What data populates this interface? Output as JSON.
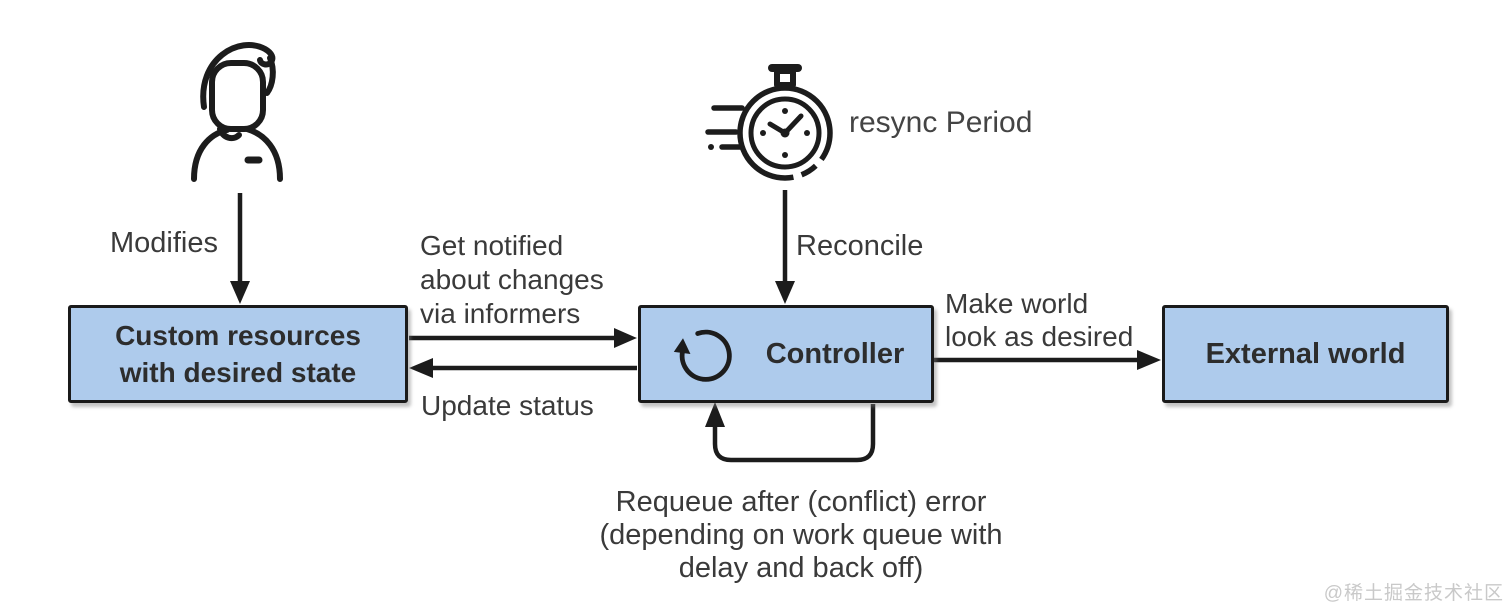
{
  "colors": {
    "node_fill": "#aecbec",
    "node_border": "#1a1a1a",
    "arrow": "#1c1c1c",
    "label_text": "#3a3a3a",
    "watermark_text": "#c9c9c9"
  },
  "nodes": {
    "custom_resources": {
      "lines": [
        "Custom resources",
        "with desired state"
      ]
    },
    "controller": {
      "label": "Controller"
    },
    "external_world": {
      "label": "External world"
    }
  },
  "labels": {
    "modifies": "Modifies",
    "get_notified": {
      "lines": [
        "Get notified",
        "about changes",
        "via informers"
      ]
    },
    "update_status": "Update status",
    "resync_period": "resync Period",
    "reconcile": "Reconcile",
    "make_world": {
      "lines": [
        "Make world",
        "look as desired"
      ]
    },
    "requeue": {
      "lines": [
        "Requeue after (conflict) error",
        "(depending on work queue with",
        "delay and back off)"
      ]
    }
  },
  "icons": {
    "person": "person-icon",
    "stopwatch": "stopwatch-icon",
    "loop": "loop-arrow-icon"
  },
  "watermark": "@稀土掘金技术社区"
}
